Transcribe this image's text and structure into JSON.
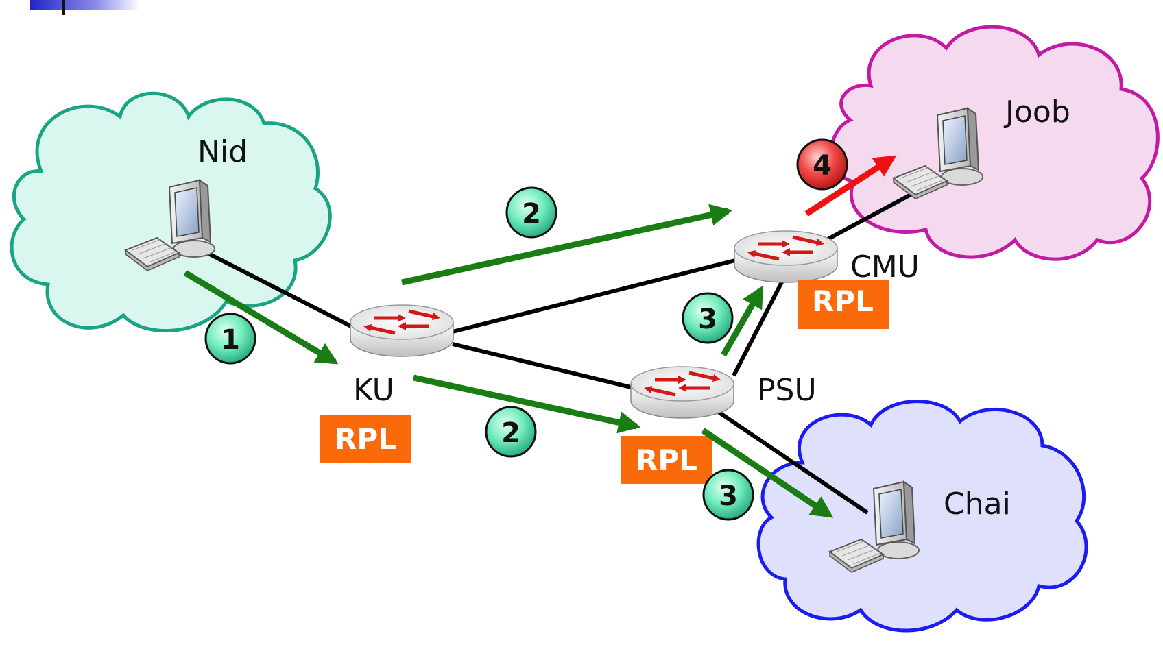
{
  "networks": {
    "nid": {
      "label": "Nid",
      "fill": "#daf7ef",
      "stroke": "#19a585"
    },
    "joob": {
      "label": "Joob",
      "fill": "#f5d9ef",
      "stroke": "#c21aa3"
    },
    "chai": {
      "label": "Chai",
      "fill": "#dfe0fb",
      "stroke": "#1c1cf0"
    }
  },
  "routers": {
    "ku": {
      "label": "KU",
      "policy": "RPL"
    },
    "psu": {
      "label": "PSU",
      "policy": "RPL"
    },
    "cmu": {
      "label": "CMU",
      "policy": "RPL"
    }
  },
  "steps": {
    "s1": "1",
    "s2a": "2",
    "s2b": "2",
    "s3a": "3",
    "s3b": "3",
    "s4": "4"
  },
  "colors": {
    "link": "#000000",
    "arrow": "#1a7d14",
    "arrow_final": "#ee1111",
    "rpl_box": "#fa6a0a",
    "step_badge": "#3fd89c",
    "step_badge_final": "#e3242b",
    "corner_accent": "#2323c8"
  },
  "icons": {
    "router": "router-icon",
    "computer": "computer-icon"
  }
}
